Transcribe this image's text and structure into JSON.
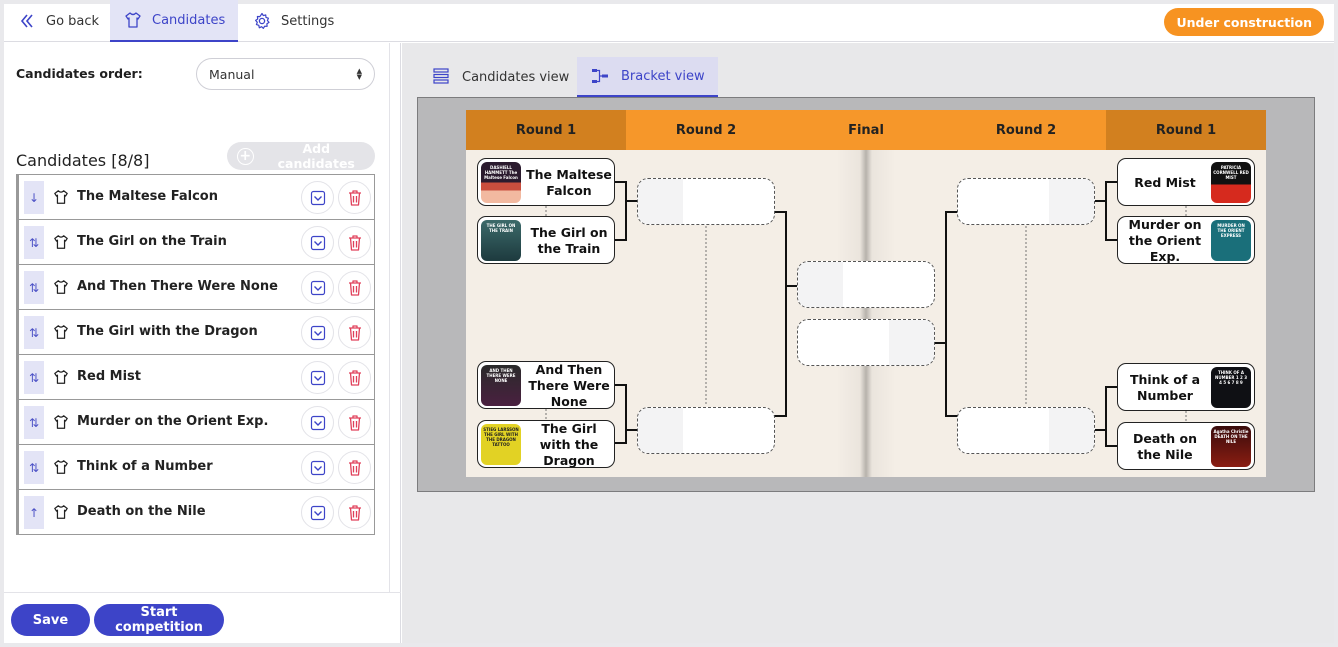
{
  "nav": {
    "go_back": "Go back",
    "candidates": "Candidates",
    "settings": "Settings",
    "status_badge": "Under construction"
  },
  "left": {
    "order_label": "Candidates order:",
    "order_value": "Manual",
    "candidates_title": "Candidates [8/8]",
    "add_candidates": "Add candidates",
    "items": [
      {
        "label": "The Maltese Falcon",
        "handle": "↓"
      },
      {
        "label": "The Girl on the Train",
        "handle": "⇅"
      },
      {
        "label": "And Then There Were None",
        "handle": "⇅"
      },
      {
        "label": "The Girl with the Dragon",
        "handle": "⇅"
      },
      {
        "label": "Red Mist",
        "handle": "⇅"
      },
      {
        "label": "Murder on the Orient Exp.",
        "handle": "⇅"
      },
      {
        "label": "Think of a Number",
        "handle": "⇅"
      },
      {
        "label": "Death on the Nile",
        "handle": "↑"
      }
    ],
    "save": "Save",
    "start_competition": "Start competition"
  },
  "view_tabs": {
    "candidates_view": "Candidates view",
    "bracket_view": "Bracket view"
  },
  "bracket": {
    "headers": [
      "Round 1",
      "Round 2",
      "Final",
      "Round 2",
      "Round 1"
    ],
    "left_candidates": [
      {
        "name": "The Maltese Falcon",
        "cover_text": "DASHIELL HAMMETT The Maltese Falcon"
      },
      {
        "name": "The Girl on the Train",
        "cover_text": "THE GIRL ON THE TRAIN"
      },
      {
        "name": "And Then There Were None",
        "cover_text": "AND THEN THERE WERE NONE"
      },
      {
        "name": "The Girl with the Dragon",
        "cover_text": "STIEG LARSSON THE GIRL WITH THE DRAGON TATTOO"
      }
    ],
    "right_candidates": [
      {
        "name": "Red Mist",
        "cover_text": "PATRICIA CORNWELL RED MIST"
      },
      {
        "name": "Murder on the Orient Exp.",
        "cover_text": "MURDER ON THE ORIENT EXPRESS"
      },
      {
        "name": "Think of a Number",
        "cover_text": "THINK OF A NUMBER 1 2 3 4 5 6 7 8 9"
      },
      {
        "name": "Death on the Nile",
        "cover_text": "Agatha Christie DEATH ON THE NILE"
      }
    ]
  },
  "colors": {
    "primary": "#3d44c8",
    "accent_orange": "#f79321",
    "header_dark": "#d2801f",
    "header_light": "#f6972a",
    "delete_red": "#e0405a"
  }
}
